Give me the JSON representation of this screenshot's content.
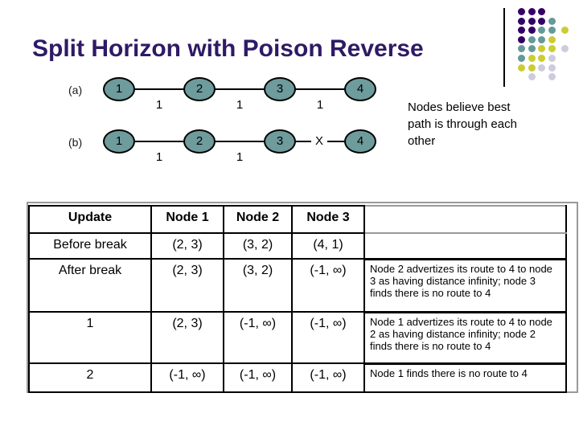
{
  "title": "Split Horizon with Poison Reverse",
  "diagrams": {
    "a": {
      "label": "(a)",
      "nodes": [
        "1",
        "2",
        "3",
        "4"
      ],
      "edge_labels": [
        "1",
        "1",
        "1"
      ]
    },
    "b": {
      "label": "(b)",
      "nodes": [
        "1",
        "2",
        "3",
        "4"
      ],
      "edge_labels": [
        "1",
        "1"
      ],
      "break_mark": "X"
    }
  },
  "side_note": "Nodes believe best path is through each other",
  "table": {
    "headers": [
      "Update",
      "Node 1",
      "Node 2",
      "Node 3",
      ""
    ],
    "rows": [
      {
        "label": "Before break",
        "values": [
          "(2, 3)",
          "(3, 2)",
          "(4, 1)"
        ],
        "note": ""
      },
      {
        "label": "After break",
        "values": [
          "(2, 3)",
          "(3, 2)",
          "(-1, ∞)"
        ],
        "note": "Node 2 advertizes its route to 4 to node 3 as having distance infinity; node 3 finds there is no route to 4"
      },
      {
        "label": "1",
        "values": [
          "(2, 3)",
          "(-1, ∞)",
          "(-1, ∞)"
        ],
        "note": "Node 1 advertizes its route to 4 to node 2 as having distance infinity; node 2 finds there is no route to 4"
      },
      {
        "label": "2",
        "values": [
          "(-1, ∞)",
          "(-1, ∞)",
          "(-1, ∞)"
        ],
        "note": "Node 1 finds there is no route to 4"
      }
    ]
  },
  "colors": {
    "title_color": "#2E1A66",
    "node_fill": "#6E9B9B",
    "dot_purple": "#330066",
    "dot_teal": "#669999",
    "dot_yellow": "#CCCC33",
    "dot_gray": "#CCCCDD"
  },
  "decoration": {
    "dot_rows": [
      "PPP..",
      "PPPT.",
      "PPTTY",
      "PTTY.",
      "TTYYG",
      "TYYG.",
      "YYGG.",
      ".G.G."
    ]
  }
}
